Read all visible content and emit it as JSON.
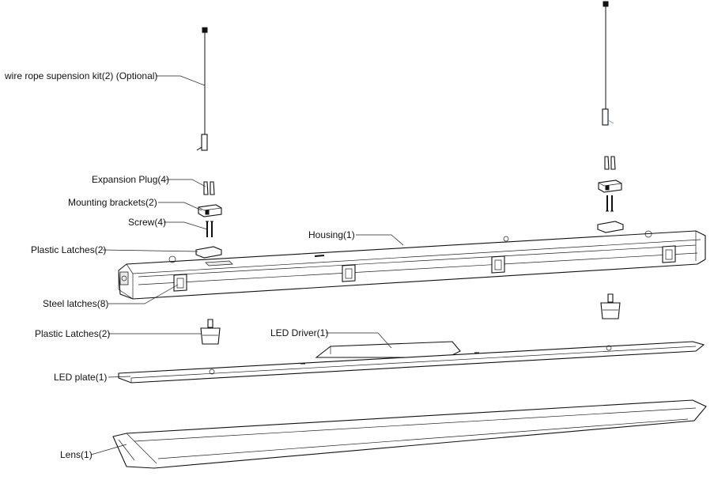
{
  "labels": {
    "wire_rope": "wire rope supension kit(2) (Optional)",
    "expansion_plug": "Expansion Plug(4)",
    "mounting_brackets": "Mounting brackets(2)",
    "screw": "Screw(4)",
    "plastic_latches_top": "Plastic Latches(2)",
    "housing": "Housing(1)",
    "steel_latches": "Steel latches(8)",
    "plastic_latches_bottom": "Plastic Latches(2)",
    "led_driver": "LED Driver(1)",
    "led_plate": "LED plate(1)",
    "lens": "Lens(1)"
  },
  "colors": {
    "line": "#111111",
    "background": "#ffffff"
  }
}
